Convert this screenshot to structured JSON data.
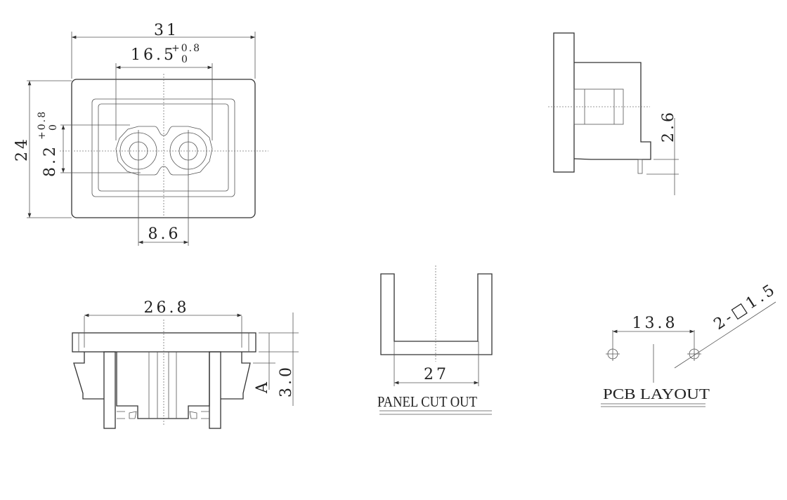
{
  "front_view": {
    "width": "31",
    "pin_span": "16.5",
    "pin_span_tol_upper": "+0.8",
    "pin_span_tol_lower": "0",
    "height": "24",
    "pin_height": "8.2",
    "pin_height_tol_upper": "+0.8",
    "pin_height_tol_lower": "0",
    "pin_pitch": "8.6"
  },
  "side_view": {
    "pin_length": "2.6"
  },
  "bottom_view": {
    "flange_width": "26.8",
    "panel_label": "A",
    "depth": "3.0"
  },
  "panel_cutout": {
    "width": "27",
    "title": "PANEL CUT OUT"
  },
  "pcb_layout": {
    "hole_spacing": "13.8",
    "hole_spec": "2-□1.5",
    "title": "PCB LAYOUT"
  },
  "colors": {
    "line": "#333333",
    "background": "#ffffff"
  }
}
